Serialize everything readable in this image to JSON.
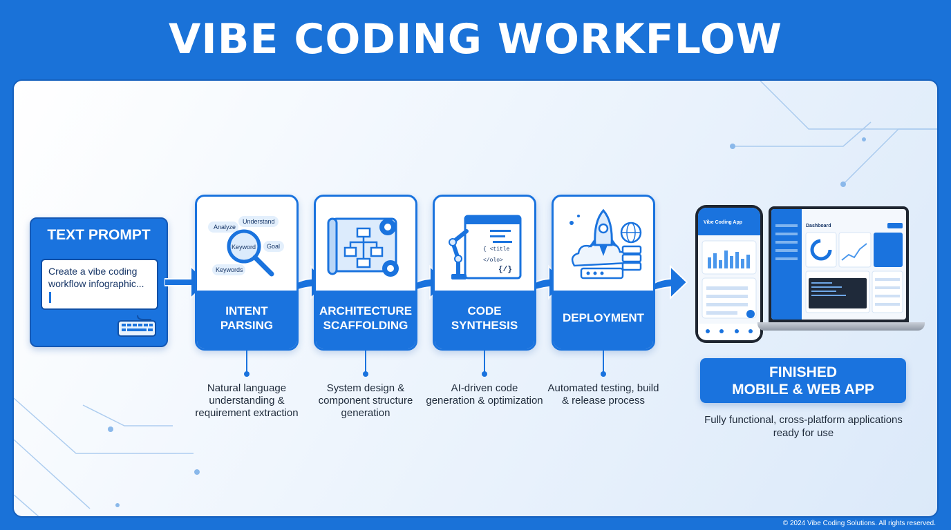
{
  "title": "VIBE CODING WORKFLOW",
  "prompt": {
    "heading": "TEXT PROMPT",
    "input_text": "Create a vibe coding workflow infographic..."
  },
  "steps": [
    {
      "label_line1": "INTENT",
      "label_line2": "PARSING",
      "description": "Natural language understanding & requirement extraction",
      "icon": "magnifier-keywords-icon",
      "icon_words": [
        "Analyze",
        "Understand",
        "Keyword",
        "Goal",
        "Keywords"
      ]
    },
    {
      "label_line1": "ARCHITECTURE",
      "label_line2": "SCAFFOLDING",
      "description": "System design & component structure generation",
      "icon": "blueprint-gears-icon"
    },
    {
      "label_line1": "CODE",
      "label_line2": "SYNTHESIS",
      "description": "AI-driven code generation & optimization",
      "icon": "robot-arm-code-icon",
      "icon_words": [
        "{ <title",
        "</olo>",
        "{/}"
      ]
    },
    {
      "label_line1": "DEPLOYMENT",
      "label_line2": "",
      "description": "Automated testing, build & release process",
      "icon": "rocket-server-icon"
    }
  ],
  "finished": {
    "line1": "FINISHED",
    "line2": "MOBILE & WEB APP",
    "description": "Fully functional, cross-platform applications ready for use",
    "phone_app_title": "Vibe Coding App",
    "laptop_app_title": "Dashboard"
  },
  "copyright": "© 2024 Vibe Coding Solutions. All rights reserved.",
  "colors": {
    "primary": "#1a73de",
    "frame": "#1a72d8",
    "text_dark": "#1e2a3a"
  }
}
